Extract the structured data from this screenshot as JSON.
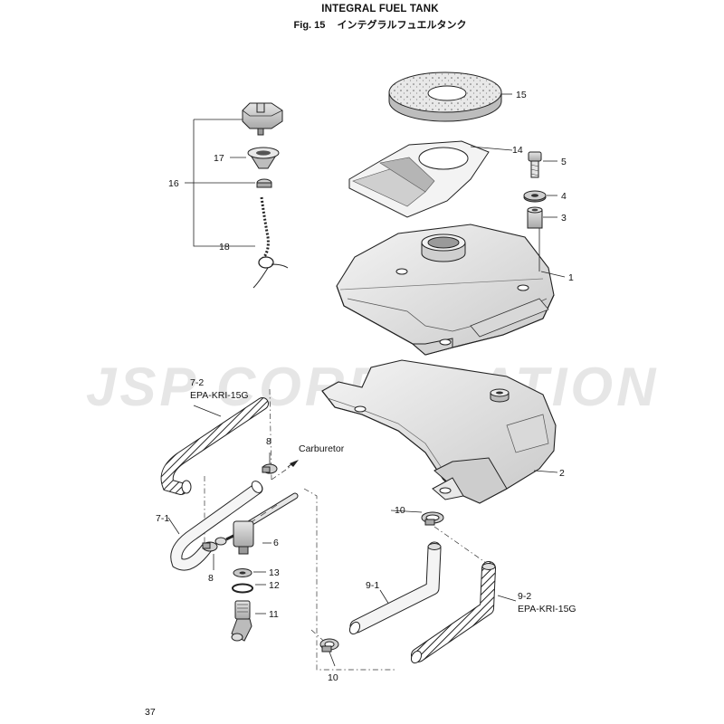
{
  "header": {
    "title": "INTEGRAL FUEL TANK",
    "fig_label": "Fig. 15",
    "fig_title_jp": "インテグラルフュエルタンク"
  },
  "watermark": "JSP CORPORATION",
  "callouts": {
    "n1": "1",
    "n2": "2",
    "n3": "3",
    "n4": "4",
    "n5": "5",
    "n6": "6",
    "n7_1": "7-1",
    "n7_2": "7-2",
    "hose_7_2": "EPA-KRI-15G",
    "n8a": "8",
    "n8b": "8",
    "n9_1": "9-1",
    "n9_2": "9-2",
    "hose_9_2": "EPA-KRI-15G",
    "n10a": "10",
    "n10b": "10",
    "n11": "11",
    "n12": "12",
    "n13": "13",
    "n14": "14",
    "n15": "15",
    "n16": "16",
    "n17": "17",
    "n18": "18",
    "carburetor": "Carburetor"
  },
  "footer": {
    "page_number": "37"
  }
}
